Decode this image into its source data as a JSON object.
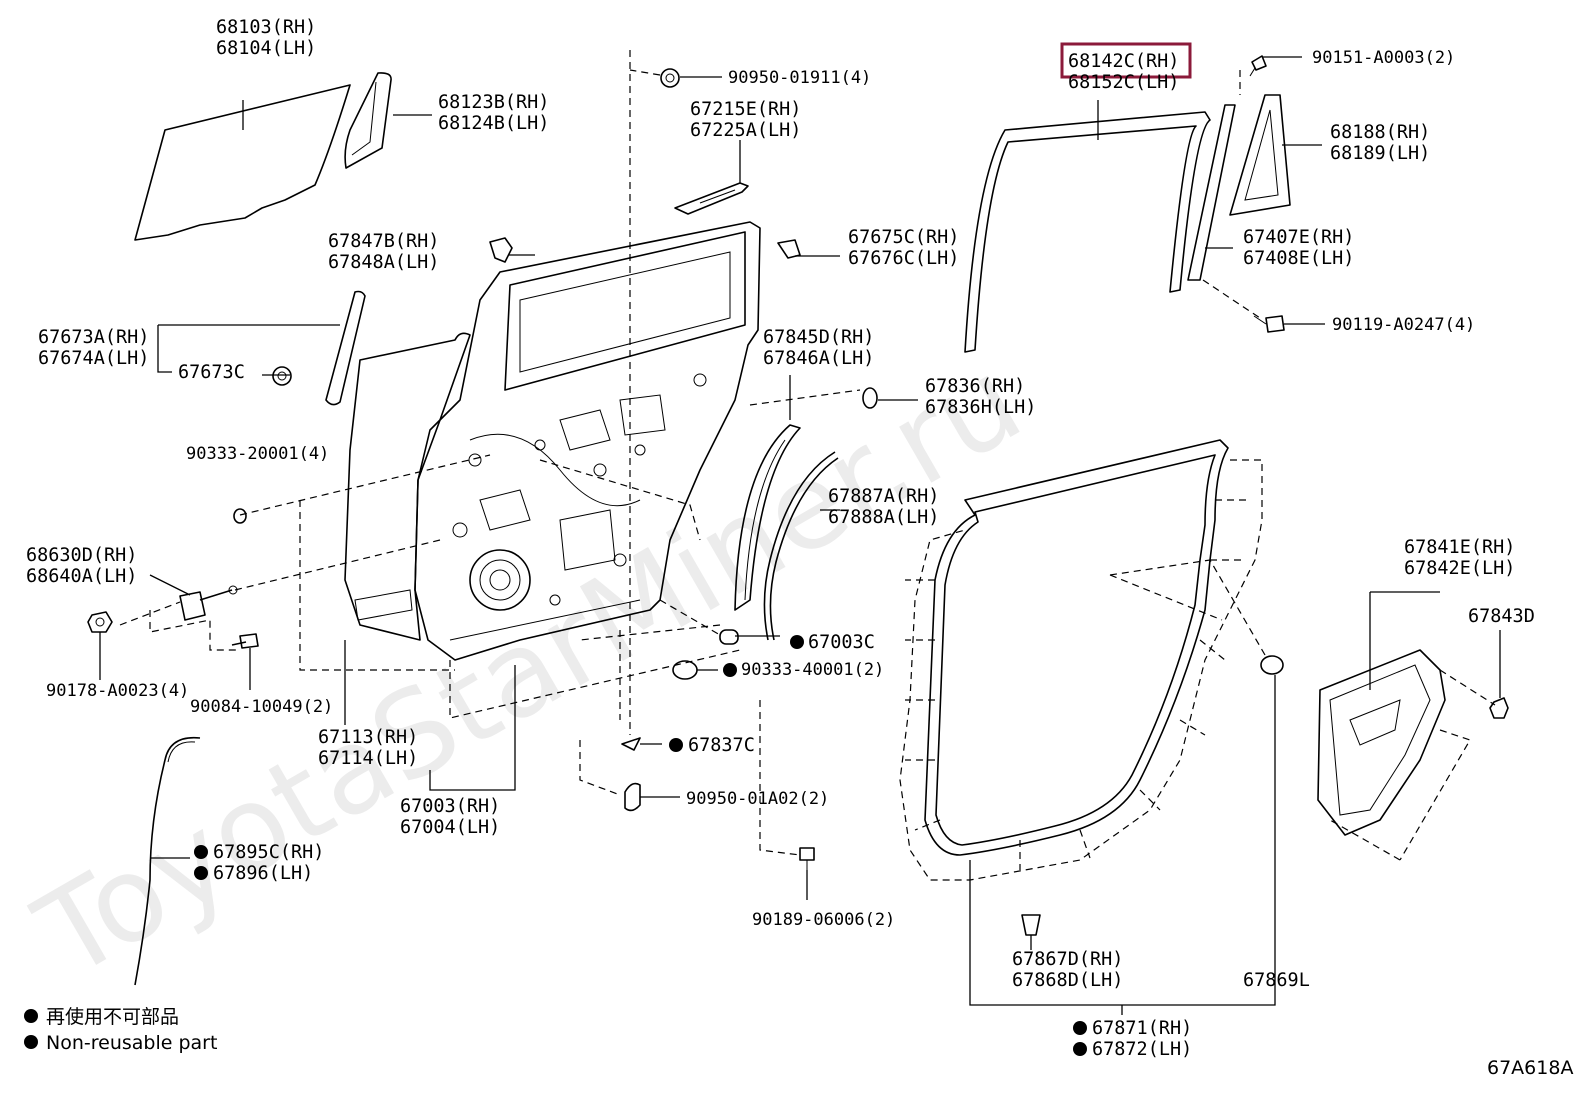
{
  "diagram": {
    "watermark": "ToyotaStarMiner.ru",
    "figure_code": "67A618A",
    "highlight_color": "#8b1a3a",
    "highlighted_part": "68142C(RH)",
    "labels": {
      "l68103": "68103(RH)",
      "l68104": "68104(LH)",
      "l68123": "68123B(RH)",
      "l68124": "68124B(LH)",
      "l90950a": "90950-01911(4)",
      "l67215": "67215E(RH)",
      "l67225": "67225A(LH)",
      "l67847": "67847B(RH)",
      "l67848": "67848A(LH)",
      "l67675": "67675C(RH)",
      "l67676": "67676C(LH)",
      "l67673a": "67673A(RH)",
      "l67674a": "67674A(LH)",
      "l67673c": "67673C",
      "l67845": "67845D(RH)",
      "l67846": "67846A(LH)",
      "l67836a": "67836(RH)",
      "l67836h": "67836H(LH)",
      "l90333a": "90333-20001(4)",
      "l67887": "67887A(RH)",
      "l67888": "67888A(LH)",
      "l68630": "68630D(RH)",
      "l68640": "68640A(LH)",
      "l67003c": "67003C",
      "l90333b": "90333-40001(2)",
      "l90178": "90178-A0023(4)",
      "l90084": "90084-10049(2)",
      "l67113": "67113(RH)",
      "l67114": "67114(LH)",
      "l67837": "67837C",
      "l67003": "67003(RH)",
      "l67004": "67004(LH)",
      "l90950b": "90950-01A02(2)",
      "l67895": "67895C(RH)",
      "l67896": "67896(LH)",
      "l90189": "90189-06006(2)",
      "l68142": "68142C(RH)",
      "l68152": "68152C(LH)",
      "l90151": "90151-A0003(2)",
      "l68188": "68188(RH)",
      "l68189": "68189(LH)",
      "l67407": "67407E(RH)",
      "l67408": "67408E(LH)",
      "l90119": "90119-A0247(4)",
      "l67841": "67841E(RH)",
      "l67842": "67842E(LH)",
      "l67843": "67843D",
      "l67867": "67867D(RH)",
      "l67868": "67868D(LH)",
      "l67869": "67869L",
      "l67871": "67871(RH)",
      "l67872": "67872(LH)"
    }
  },
  "legend": {
    "jp": "再使用不可部品",
    "en": "Non-reusable part"
  }
}
